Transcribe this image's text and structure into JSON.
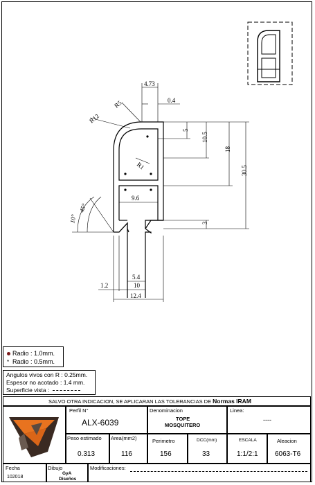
{
  "dimensions": {
    "d473": "4.73",
    "d04": "0.4",
    "r5": "R5",
    "r12": "R12",
    "d5": "5",
    "d105": "10.5",
    "d18": "18",
    "d305": "30.5",
    "r1": "R1",
    "d96": "9.6",
    "d3": "3",
    "d10_angle": "10°",
    "d45": "45°",
    "d54": "5.4",
    "d12": "1.2",
    "d10": "10",
    "d124": "12.4"
  },
  "legend": {
    "radio1": "Radio : 1.0mm.",
    "radio05": "Radio : 0.5mm."
  },
  "notes": {
    "line1": "Angulos vivos con R : 0.25mm.",
    "line2": "Espesor no acotado : 1.4  mm.",
    "line3": "Superficie vista : "
  },
  "title_block": {
    "tolerance": "SALVO OTRA INDICACION, SE APLICARAN LAS TOLERANCIAS DE",
    "tolerance_bold": "Normas IRAM",
    "perfil_label": "Perfil  N°",
    "perfil_value": "ALX-6039",
    "denominacion_label": "Denominacion",
    "denominacion_value1": "TOPE",
    "denominacion_value2": "MOSQUITERO",
    "linea_label": "Linea:",
    "linea_value": "----",
    "peso_label": "Peso  estimado",
    "peso_value": "0.313",
    "area_label": "Area(mm2)",
    "area_value": "116",
    "perimetro_label": "Perimetro",
    "perimetro_value": "156",
    "dcc_label": "DCC(mm)",
    "dcc_value": "33",
    "escala_label": "ESCALA",
    "escala_value": "1:1/2:1",
    "aleacion_label": "Aleacion",
    "aleacion_value": "6063-T6",
    "fecha_label": "Fecha",
    "fecha_value": "102018",
    "dibujo_label": "Dibujo",
    "dibujo_value1": "GyA",
    "dibujo_value2": "Diseños",
    "modificaciones_label": "Modificaciones:"
  }
}
